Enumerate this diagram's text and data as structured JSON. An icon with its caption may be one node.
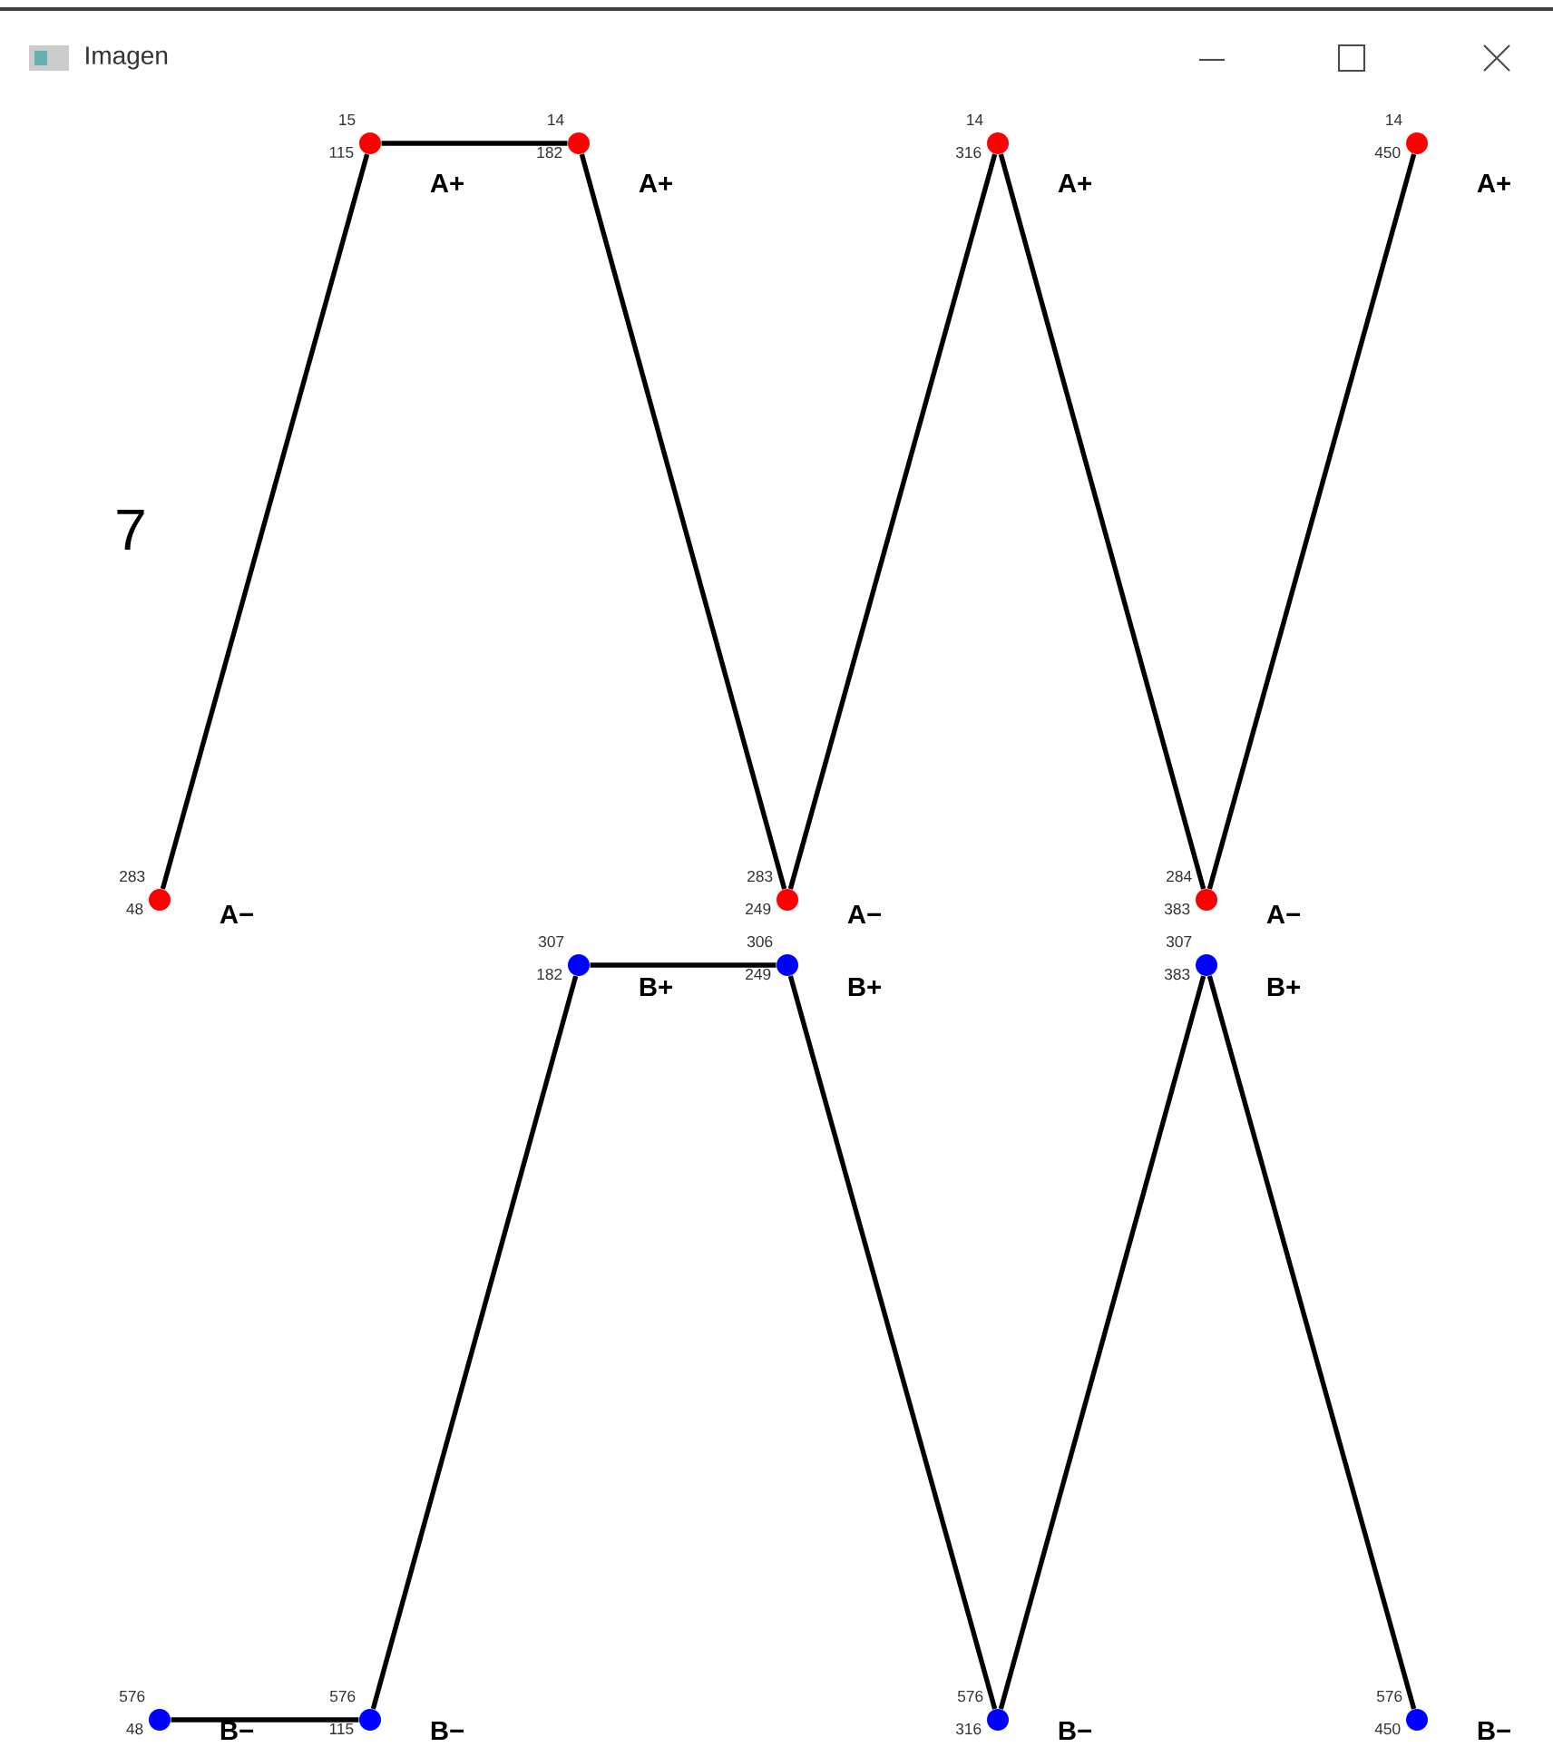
{
  "diagram": {
    "title": "Imagen",
    "nodes": [
      {
        "text": [],
        "shape": "circle",
        "beside": [
          "283",
          "48",
          "A−"
        ]
      },
      {
        "text": [],
        "shape": "circle",
        "beside": [
          "15",
          "115",
          "A+"
        ]
      },
      {
        "text": [],
        "shape": "circle",
        "beside": [
          "14",
          "182",
          "A+"
        ]
      },
      {
        "text": [],
        "shape": "circle",
        "beside": [
          "283",
          "249",
          "A−"
        ]
      },
      {
        "text": [],
        "shape": "circle",
        "beside": [
          "14",
          "316",
          "A+"
        ]
      },
      {
        "text": [],
        "shape": "circle",
        "beside": [
          "284",
          "383",
          "A−"
        ]
      },
      {
        "text": [],
        "shape": "circle",
        "beside": [
          "14",
          "450",
          "A+"
        ]
      },
      {
        "text": [],
        "shape": "circle",
        "beside": [
          "576",
          "48",
          "B−"
        ]
      },
      {
        "text": [],
        "shape": "circle",
        "beside": [
          "576",
          "115",
          "B−"
        ]
      },
      {
        "text": [],
        "shape": "circle",
        "beside": [
          "307",
          "182",
          "B+"
        ]
      },
      {
        "text": [],
        "shape": "circle",
        "beside": [
          "306",
          "249",
          "B+"
        ]
      },
      {
        "text": [],
        "shape": "circle",
        "beside": [
          "576",
          "316",
          "B−"
        ]
      },
      {
        "text": [],
        "shape": "circle",
        "beside": [
          "307",
          "383",
          "B+"
        ]
      },
      {
        "text": [],
        "shape": "circle",
        "beside": [
          "576",
          "450",
          "B−"
        ]
      }
    ],
    "edges": [
      {
        "from": 0,
        "to": 1,
        "arrow": "none"
      },
      {
        "from": 1,
        "to": 2,
        "arrow": "none"
      },
      {
        "from": 2,
        "to": 3,
        "arrow": "none"
      },
      {
        "from": 3,
        "to": 4,
        "arrow": "none"
      },
      {
        "from": 4,
        "to": 5,
        "arrow": "none"
      },
      {
        "from": 5,
        "to": 6,
        "arrow": "none"
      },
      {
        "from": 7,
        "to": 8,
        "arrow": "none"
      },
      {
        "from": 8,
        "to": 9,
        "arrow": "none"
      },
      {
        "from": 9,
        "to": 10,
        "arrow": "none"
      },
      {
        "from": 10,
        "to": 11,
        "arrow": "none"
      },
      {
        "from": 11,
        "to": 12,
        "arrow": "none"
      },
      {
        "from": 12,
        "to": 13,
        "arrow": "none"
      }
    ],
    "labels": [
      "7"
    ]
  }
}
